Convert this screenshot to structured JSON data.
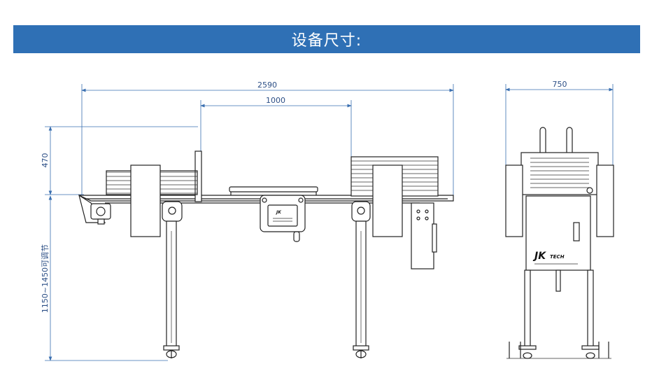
{
  "banner": {
    "title": "设备尺寸:"
  },
  "dimensions": {
    "overall_length": "2590",
    "middle_span": "1000",
    "hood_height": "470",
    "stand_height": "1150~1450可调节",
    "overall_width": "750"
  },
  "logo": {
    "brand": "JK",
    "suffix": "TECH"
  },
  "colors": {
    "banner": "#2f70b5",
    "dimension": "#3a6fb0"
  }
}
